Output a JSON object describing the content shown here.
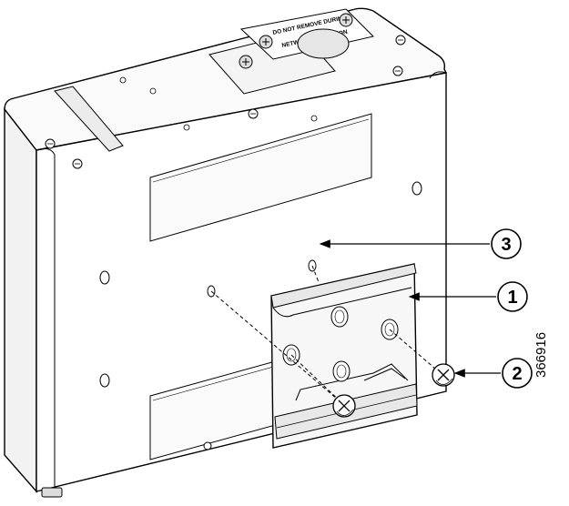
{
  "diagram": {
    "plate_text_line1": "DO NOT REMOVE DURING",
    "plate_text_line2": "NETWORK OPERATION",
    "callouts": [
      {
        "label": "1"
      },
      {
        "label": "2"
      },
      {
        "label": "3"
      }
    ],
    "figure_id": "366916"
  }
}
